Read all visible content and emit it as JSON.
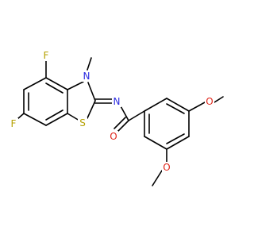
{
  "molecule": {
    "atoms": [
      {
        "id": "F1",
        "symbol": "F",
        "color": "#B5A000"
      },
      {
        "id": "F2",
        "symbol": "F",
        "color": "#B5A000"
      },
      {
        "id": "N1",
        "symbol": "N",
        "color": "#2B2BE0"
      },
      {
        "id": "N2",
        "symbol": "N",
        "color": "#2B2BE0"
      },
      {
        "id": "S1",
        "symbol": "S",
        "color": "#B5A000"
      },
      {
        "id": "O1",
        "symbol": "O",
        "color": "#E0261B"
      },
      {
        "id": "O2",
        "symbol": "O",
        "color": "#E0261B"
      },
      {
        "id": "O3",
        "symbol": "O",
        "color": "#E0261B"
      }
    ],
    "bond_color": "#000000"
  }
}
